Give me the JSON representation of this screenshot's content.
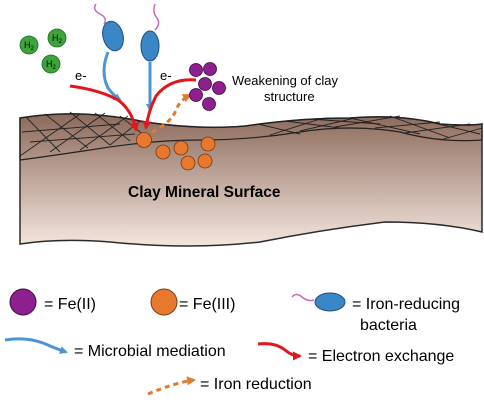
{
  "diagram": {
    "hydrogen_label": "H",
    "hydrogen_subscript": "2",
    "electron_label_left": "e-",
    "electron_label_right": "e-",
    "weakening_label_line1": "Weakening of clay",
    "weakening_label_line2": "structure",
    "surface_label": "Clay Mineral Surface"
  },
  "legend": {
    "fe2_label": "= Fe(II)",
    "fe3_label": "= Fe(III)",
    "bacteria_label_line1": "= Iron-reducing",
    "bacteria_label_line2": "bacteria",
    "microbial_label": "= Microbial mediation",
    "electron_label": "= Electron exchange",
    "reduction_label": "= Iron reduction"
  },
  "colors": {
    "clay_top": "#8c6a5c",
    "clay_bottom": "#f3e3da",
    "fe2": "#8e1f8f",
    "fe3": "#e8782e",
    "bacteria": "#3b86c6",
    "flagella": "#c86ab8",
    "hydrogen": "#3da33a",
    "arrow_blue": "#4b95d3",
    "arrow_red": "#e3161b",
    "arrow_orange": "#e07a33"
  }
}
